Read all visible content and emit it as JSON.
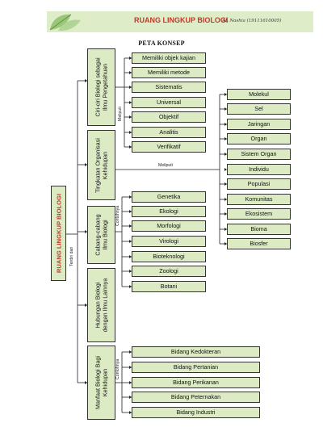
{
  "header": {
    "title": "RUANG LINGKUP BIOLOGI",
    "author": "AL Nashia (19111610005)"
  },
  "page_title": "PETA KONSEP",
  "root": "RUANG LINGKUP BIOLOGI",
  "root_link_label": "Terdiri dari",
  "branches": [
    {
      "lines": [
        "Ciri-ciri Biologi sebagai",
        "Ilmu Pengetahuan"
      ],
      "link_label": "Meliputi",
      "children": [
        "Memiliki objek kajian",
        "Memiliki metode",
        "Sistematis",
        "Universal",
        "Objektif",
        "Analitis",
        "Verifikatif"
      ]
    },
    {
      "lines": [
        "Tingkatan Organisasi",
        "Kehidupan"
      ],
      "link_label": "Meliputi",
      "children": [
        "Molekul",
        "Sel",
        "Jaringan",
        "Organ",
        "Sistem Organ",
        "Individu",
        "Populasi",
        "Komunitas",
        "Ekosistem",
        "Bioma",
        "Biosfer"
      ]
    },
    {
      "lines": [
        "Cabang-cabang",
        "Ilmu Biologi"
      ],
      "link_label": "Contohnya",
      "children": [
        "Genetika",
        "Ekologi",
        "Morfologi",
        "Virologi",
        "Bioteknologi",
        "Zoologi",
        "Botani"
      ]
    },
    {
      "lines": [
        "Hubungan Biologi",
        "dengan Ilmu Lainnya"
      ],
      "link_label": "",
      "children": []
    },
    {
      "lines": [
        "Manfaat Biologi Bagi",
        "Kehidupan"
      ],
      "link_label": "Contohnya",
      "children": [
        "Bidang Kedokteran",
        "Bidang Pertanian",
        "Bidang Perikanan",
        "Bidang Peternakan",
        "Bidang Industri"
      ]
    }
  ]
}
